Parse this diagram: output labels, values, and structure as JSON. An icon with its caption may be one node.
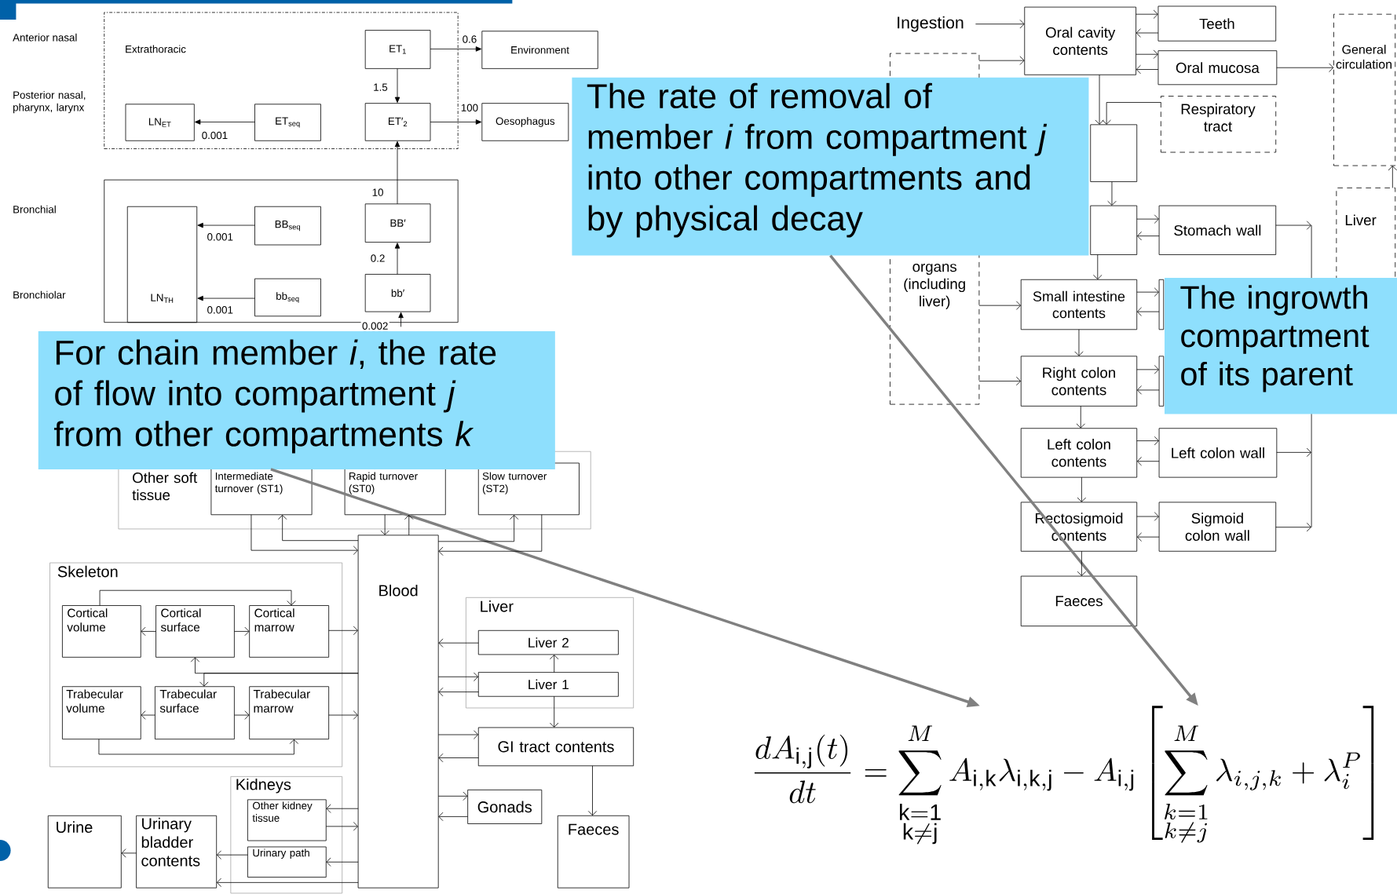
{
  "diagram": {
    "nodes": [
      {
        "text": [
          "Extrathoracic"
        ]
      },
      {
        "text": [
          "ET$_{1}$"
        ],
        "in": 0
      },
      {
        "text": [
          "ET′$_{2}$"
        ],
        "in": 0
      },
      {
        "text": [
          "LN$_{ET}$"
        ],
        "in": 0
      },
      {
        "text": [
          "ET$_{seq}$"
        ],
        "in": 0
      },
      {
        "text": [
          "Environment"
        ]
      },
      {
        "text": [
          "Oesophagus"
        ]
      },
      {
        "text": [],
        "shape": "box"
      },
      {
        "text": [
          "LN$_{TH}$"
        ],
        "in": 7
      },
      {
        "text": [
          "BB$_{seq}$"
        ],
        "in": 7
      },
      {
        "text": [
          "BB′"
        ],
        "in": 7
      },
      {
        "text": [
          "bb$_{seq}$"
        ],
        "in": 7
      },
      {
        "text": [
          "bb′"
        ],
        "in": 7
      },
      {
        "text": [
          "For chain member *i*, the rate of flow into compartment *j* from other compartments *k*"
        ]
      },
      {
        "text": [
          "The rate of removal of member *i* from compartment *j* into other compartments and by physical decay"
        ]
      },
      {
        "text": [
          "The ingrowth compartment of its parent"
        ]
      },
      {
        "text": [
          "Other soft tissue"
        ]
      },
      {
        "text": [
          "Intermediate turnover (ST1)"
        ],
        "in": 16
      },
      {
        "text": [
          "Rapid turnover (ST0)"
        ],
        "in": 16
      },
      {
        "text": [
          "Slow turnover (ST2)"
        ],
        "in": 16
      },
      {
        "text": [
          "Blood"
        ]
      },
      {
        "text": [
          "Skeleton"
        ]
      },
      {
        "text": [
          "Cortical volume"
        ],
        "in": 21
      },
      {
        "text": [
          "Cortical surface"
        ],
        "in": 21
      },
      {
        "text": [
          "Cortical marrow"
        ],
        "in": 21
      },
      {
        "text": [
          "Trabecular volume"
        ],
        "in": 21
      },
      {
        "text": [
          "Trabecular surface"
        ],
        "in": 21
      },
      {
        "text": [
          "Trabecular marrow"
        ],
        "in": 21
      },
      {
        "text": [
          "Liver"
        ]
      },
      {
        "text": [
          "Liver 2"
        ],
        "in": 28
      },
      {
        "text": [
          "Liver 1"
        ],
        "in": 28
      },
      {
        "text": [
          "GI tract contents"
        ]
      },
      {
        "text": [
          "Gonads"
        ]
      },
      {
        "text": [
          "Faeces"
        ]
      },
      {
        "text": [
          "Kidneys"
        ]
      },
      {
        "text": [
          "Other kidney tissue"
        ],
        "in": 34
      },
      {
        "text": [
          "Urinary path"
        ],
        "in": 34
      },
      {
        "text": [
          "Urinary bladder contents"
        ]
      },
      {
        "text": [
          "Urine"
        ]
      },
      {
        "text": [
          "Ingestion"
        ]
      },
      {
        "text": [
          "Oral cavity contents"
        ]
      },
      {
        "text": [
          "Teeth"
        ]
      },
      {
        "text": [
          "Oral mucosa"
        ]
      },
      {
        "text": [
          "General circulation"
        ]
      },
      {
        "text": [
          "organs (including liver)"
        ]
      },
      {
        "text": [
          "Respiratory tract"
        ]
      },
      {
        "text": [],
        "shape": "box"
      },
      {
        "text": [],
        "shape": "box"
      },
      {
        "text": [
          "Stomach wall"
        ]
      },
      {
        "text": [
          "Small intestine contents"
        ]
      },
      {
        "text": [],
        "shape": "box"
      },
      {
        "text": [
          "Right colon contents"
        ]
      },
      {
        "text": [],
        "shape": "box"
      },
      {
        "text": [
          "Left colon contents"
        ]
      },
      {
        "text": [
          "Left colon wall"
        ]
      },
      {
        "text": [
          "Rectosigmoid contents"
        ]
      },
      {
        "text": [
          "Sigmoid colon wall"
        ]
      },
      {
        "text": [
          "Faeces"
        ]
      },
      {
        "text": [
          "Liver"
        ]
      },
      {
        "text": [
          "\\frac{dA_{\\mathrm{i,j}}(t)}{dt} = \\sum_{\\substack{\\mathrm{k=1}\\\\ \\mathrm{k\\neq j}}}^{M} A_{\\mathrm{i,k}}\\lambda_{\\mathrm{i,k,j}} - A_{\\mathrm{i,j}}\\left[\\sum_{\\substack{k=1\\\\ k\\neq j}}^{M}\\lambda_{i,j,k} + \\lambda_{i}^{P}\\right]"
        ]
      }
    ],
    "edges": [
      {
        "from": 1,
        "to": 5,
        "arrow": "to",
        "label": "0.6"
      },
      {
        "from": 1,
        "to": 2,
        "arrow": "to",
        "label": "1.5"
      },
      {
        "from": 2,
        "to": 6,
        "arrow": "to",
        "label": "100"
      },
      {
        "from": 4,
        "to": 3,
        "arrow": "to",
        "label": "0.001"
      },
      {
        "from": 10,
        "to": 2,
        "arrow": "to",
        "label": "10"
      },
      {
        "from": 9,
        "to": 8,
        "arrow": "to",
        "label": "0.001"
      },
      {
        "from": 11,
        "to": 8,
        "arrow": "to",
        "label": "0.001"
      },
      {
        "from": 12,
        "to": 10,
        "arrow": "to",
        "label": "0.2"
      },
      {
        "from": null,
        "to": 12,
        "arrow": "to",
        "label": "0.002"
      },
      {
        "from": 13,
        "to": 59,
        "arrow": "to",
        "style": "thick",
        "color": "#808080"
      },
      {
        "from": 14,
        "to": 59,
        "arrow": "to",
        "style": "thick",
        "color": "#808080"
      },
      {
        "from": 17,
        "to": 20,
        "arrow": "to"
      },
      {
        "from": 20,
        "to": 17,
        "arrow": "to"
      },
      {
        "from": 18,
        "to": 20,
        "arrow": "to"
      },
      {
        "from": 20,
        "to": 18,
        "arrow": "to"
      },
      {
        "from": 20,
        "to": 19,
        "arrow": "to"
      },
      {
        "from": 19,
        "to": 20,
        "arrow": "to"
      },
      {
        "from": 23,
        "to": 22,
        "arrow": "to"
      },
      {
        "from": 23,
        "to": 24,
        "arrow": "to"
      },
      {
        "from": 22,
        "to": 24,
        "arrow": "to"
      },
      {
        "from": 24,
        "to": 20,
        "arrow": "to"
      },
      {
        "from": 20,
        "to": 23,
        "arrow": "to"
      },
      {
        "from": 20,
        "to": 26,
        "arrow": "to"
      },
      {
        "from": 26,
        "to": 25,
        "arrow": "to"
      },
      {
        "from": 26,
        "to": 27,
        "arrow": "to"
      },
      {
        "from": 25,
        "to": 27,
        "arrow": "to"
      },
      {
        "from": 27,
        "to": 20,
        "arrow": "to"
      },
      {
        "from": 29,
        "to": 20,
        "arrow": "to"
      },
      {
        "from": 20,
        "to": 30,
        "arrow": "to"
      },
      {
        "from": 30,
        "to": 20,
        "arrow": "to"
      },
      {
        "from": 30,
        "to": 29,
        "arrow": "to"
      },
      {
        "from": 30,
        "to": 31,
        "arrow": "to"
      },
      {
        "from": 20,
        "to": 31,
        "arrow": "to"
      },
      {
        "from": 31,
        "to": 20,
        "arrow": "to"
      },
      {
        "from": 31,
        "to": 33,
        "arrow": "to"
      },
      {
        "from": 20,
        "to": 32,
        "arrow": "to"
      },
      {
        "from": 32,
        "to": 20,
        "arrow": "to"
      },
      {
        "from": 20,
        "to": 35,
        "arrow": "to"
      },
      {
        "from": 35,
        "to": 20,
        "arrow": "to"
      },
      {
        "from": 20,
        "to": 36,
        "arrow": "to"
      },
      {
        "from": 36,
        "to": 37,
        "arrow": "to"
      },
      {
        "from": 20,
        "to": 37,
        "arrow": "to"
      },
      {
        "from": 37,
        "to": 38,
        "arrow": "to"
      },
      {
        "from": 39,
        "to": 40,
        "arrow": "to"
      },
      {
        "from": 44,
        "to": 40,
        "arrow": "to"
      },
      {
        "from": 40,
        "to": 41,
        "arrow": "to"
      },
      {
        "from": 41,
        "to": 40,
        "arrow": "to"
      },
      {
        "from": 40,
        "to": 42,
        "arrow": "to"
      },
      {
        "from": 42,
        "to": 40,
        "arrow": "to"
      },
      {
        "from": 42,
        "to": 43,
        "arrow": "to"
      },
      {
        "from": 40,
        "to": 46,
        "arrow": "to"
      },
      {
        "from": 45,
        "to": 46,
        "arrow": "to"
      },
      {
        "from": 46,
        "to": 47,
        "arrow": "to"
      },
      {
        "from": 47,
        "to": 48,
        "arrow": "to"
      },
      {
        "from": 48,
        "to": 47,
        "arrow": "to"
      },
      {
        "from": 47,
        "to": 49,
        "arrow": "to"
      },
      {
        "from": 49,
        "to": 50,
        "arrow": "to"
      },
      {
        "from": 50,
        "to": 49,
        "arrow": "to"
      },
      {
        "from": 44,
        "to": 49,
        "arrow": "to"
      },
      {
        "from": 49,
        "to": 51,
        "arrow": "to"
      },
      {
        "from": 51,
        "to": 52,
        "arrow": "to"
      },
      {
        "from": 52,
        "to": 51,
        "arrow": "to"
      },
      {
        "from": 44,
        "to": 51,
        "arrow": "to"
      },
      {
        "from": 51,
        "to": 53,
        "arrow": "to"
      },
      {
        "from": 53,
        "to": 54,
        "arrow": "to"
      },
      {
        "from": 54,
        "to": 53,
        "arrow": "to"
      },
      {
        "from": 53,
        "to": 55,
        "arrow": "to"
      },
      {
        "from": 55,
        "to": 56,
        "arrow": "to"
      },
      {
        "from": 56,
        "to": 55,
        "arrow": "to"
      },
      {
        "from": 55,
        "to": 57,
        "arrow": "to"
      },
      {
        "from": 48,
        "to": null,
        "arrow": "to"
      },
      {
        "from": 54,
        "to": null,
        "arrow": "to"
      },
      {
        "from": 56,
        "to": null,
        "arrow": "to"
      },
      {
        "from": 58,
        "to": 43,
        "arrow": "to"
      }
    ],
    "labels": [
      "Anterior nasal",
      "Posterior nasal, pharynx, larynx",
      "Bronchial",
      "Bronchiolar"
    ]
  }
}
